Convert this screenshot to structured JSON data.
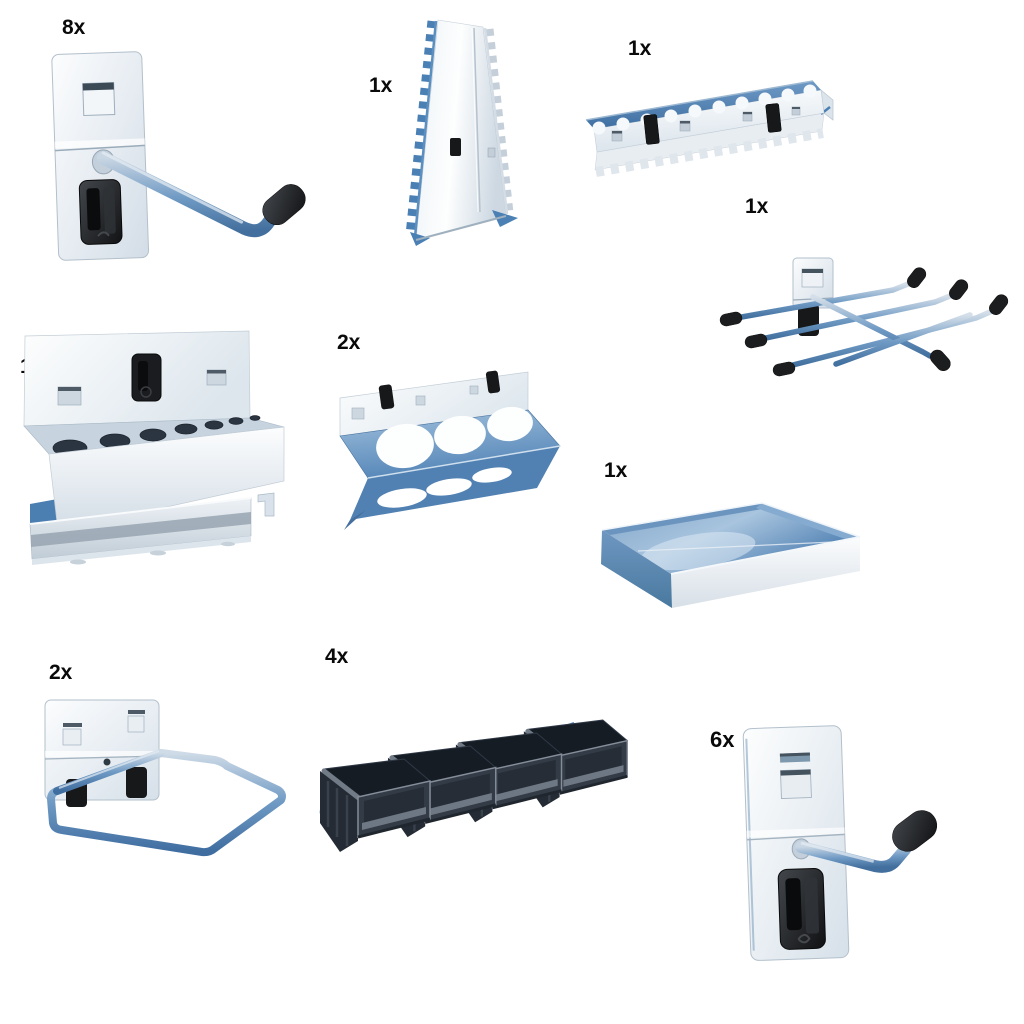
{
  "page": {
    "background": "#ffffff"
  },
  "colors": {
    "accent_blue": "#4a80b4",
    "plate_silver_light": "#fbfdfe",
    "plate_silver_dark": "#d6e0e9",
    "plastic_black": "#17181a",
    "bin_dark_gray": "#2c343e"
  },
  "items": [
    {
      "quantity_label": "8x",
      "image_name": "pegboard-tool-hook-long"
    },
    {
      "quantity_label": "1x",
      "image_name": "wrench-rack-stand"
    },
    {
      "quantity_label": "1x",
      "image_name": "screwdriver-holder-rail"
    },
    {
      "quantity_label": "1x",
      "image_name": "multi-prong-twin-hook"
    },
    {
      "quantity_label": "1x",
      "image_name": "tool-holder-with-tray"
    },
    {
      "quantity_label": "2x",
      "image_name": "ring-holder-shelf"
    },
    {
      "quantity_label": "1x",
      "image_name": "storage-tray"
    },
    {
      "quantity_label": "2x",
      "image_name": "wire-loop-holder"
    },
    {
      "quantity_label": "4x",
      "image_name": "open-front-storage-bins"
    },
    {
      "quantity_label": "6x",
      "image_name": "pegboard-tool-hook-short"
    }
  ]
}
